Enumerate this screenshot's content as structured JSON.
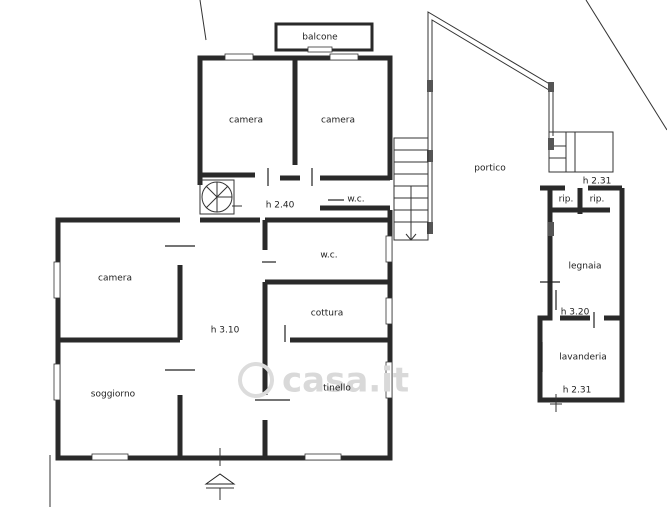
{
  "rooms": {
    "balcone": "balcone",
    "camera_top_left": "camera",
    "camera_top_right": "camera",
    "wc_small": "w.c.",
    "portico": "portico",
    "rip_left": "rip.",
    "rip_right": "rip.",
    "h_231_top": "h 2.31",
    "h_240": "h 2.40",
    "wc_large": "w.c.",
    "legnaia": "legnaia",
    "camera_left": "camera",
    "h_310": "h 3.10",
    "cottura": "cottura",
    "h_320": "h 3.20",
    "lavanderia": "lavanderia",
    "soggiorno": "soggiorno",
    "tinello": "tinello",
    "h_231_bottom": "h 2.31"
  },
  "watermark": "casa.it",
  "icons": {
    "spiral_stair": "spiral-staircase-icon",
    "entrance": "entrance-arrow-icon",
    "watermark_logo": "casa-it-logo-icon"
  }
}
